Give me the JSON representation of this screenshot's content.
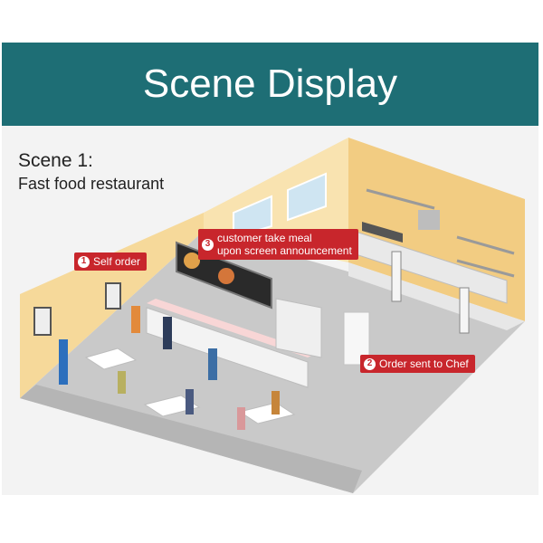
{
  "header": {
    "title": "Scene Display"
  },
  "scene": {
    "title": "Scene 1:",
    "subtitle": "Fast food restaurant"
  },
  "callouts": [
    {
      "number": "1",
      "text": "Self order"
    },
    {
      "number": "3",
      "line1": "customer take meal",
      "line2": "upon screen announcement"
    },
    {
      "number": "2",
      "text": "Order sent to Chef"
    }
  ],
  "colors": {
    "header_bg": "#1e6e75",
    "callout_bg": "#c8262c",
    "wall": "#f6d99a",
    "floor": "#c8c8c8"
  }
}
